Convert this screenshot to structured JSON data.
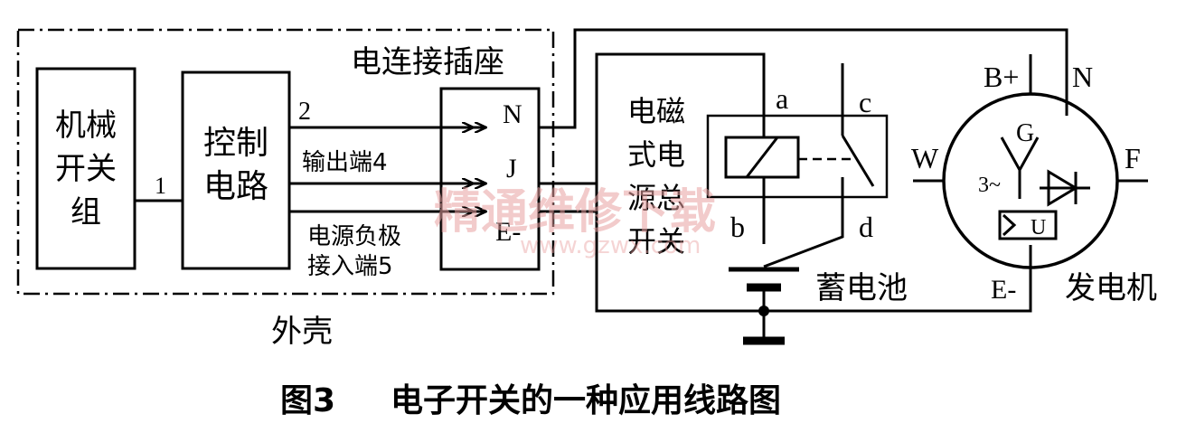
{
  "housing": {
    "label": "外壳",
    "socket_label": "电连接插座"
  },
  "mech_switch": {
    "lines": [
      "机械",
      "开关",
      "组"
    ]
  },
  "control": {
    "lines": [
      "控制",
      "电路"
    ]
  },
  "wire_labels": {
    "w1": "1",
    "w2": "2",
    "output": "输出端4",
    "neg_line1": "电源负极",
    "neg_line2": "接入端5"
  },
  "socket_pins": {
    "n": "N",
    "j": "J",
    "e": "E-"
  },
  "main_switch": {
    "lines": [
      "电磁",
      "式电",
      "源总",
      "开关"
    ]
  },
  "relay_terminals": {
    "a": "a",
    "b": "b",
    "c": "c",
    "d": "d"
  },
  "battery": {
    "label": "蓄电池"
  },
  "generator": {
    "label": "发电机",
    "b_plus": "B+",
    "n": "N",
    "w": "W",
    "f": "F",
    "e_minus": "E-",
    "g": "G",
    "three_phase": "3~",
    "u": "U"
  },
  "watermark": {
    "cn": "精通维修下载",
    "url": "www.gzwx.com"
  },
  "caption": {
    "fig": "图3",
    "title": "电子开关的一种应用线路图"
  }
}
